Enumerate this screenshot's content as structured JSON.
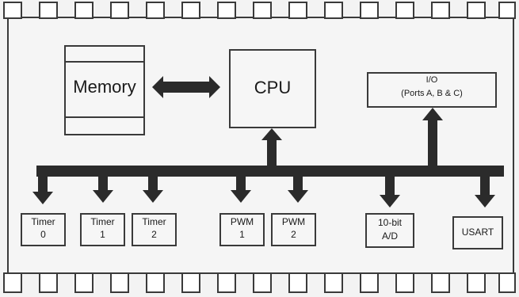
{
  "diagram": {
    "memory_label": "Memory",
    "cpu_label": "CPU",
    "io": {
      "title": "I/O",
      "subtitle": "(Ports A, B & C)"
    },
    "peripherals": [
      {
        "line1": "Timer",
        "line2": "0"
      },
      {
        "line1": "Timer",
        "line2": "1"
      },
      {
        "line1": "Timer",
        "line2": "2"
      },
      {
        "line1": "PWM",
        "line2": "1"
      },
      {
        "line1": "PWM",
        "line2": "2"
      },
      {
        "line1": "10-bit",
        "line2": "A/D"
      },
      {
        "line1": "USART",
        "line2": ""
      }
    ],
    "colors": {
      "stroke": "#3a3a3a",
      "bus": "#2b2b2b",
      "box_fill": "#f6f6f6",
      "background": "#f3f3f3"
    }
  }
}
